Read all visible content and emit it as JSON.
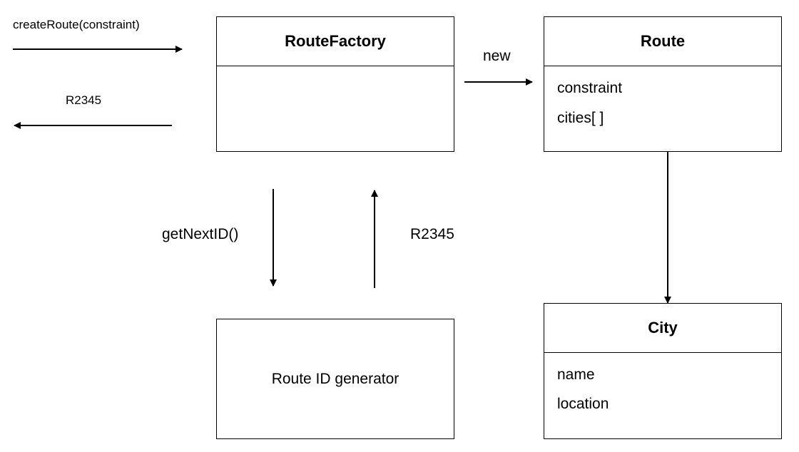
{
  "boxes": {
    "route_factory": {
      "title": "RouteFactory"
    },
    "route": {
      "title": "Route",
      "attributes": [
        "constraint",
        "cities[ ]"
      ]
    },
    "city": {
      "title": "City",
      "attributes": [
        "name",
        "location"
      ]
    },
    "id_generator": {
      "label": "Route ID generator"
    }
  },
  "arrows": {
    "create_route": "createRoute(constraint)",
    "return_id": "R2345",
    "new_route": "new",
    "get_next_id": "getNextID()",
    "generator_return": "R2345"
  }
}
